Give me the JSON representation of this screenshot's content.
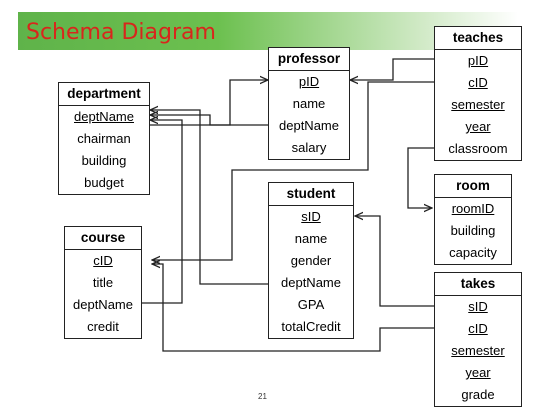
{
  "title": "Schema Diagram",
  "page_number": "21",
  "tables": {
    "department": {
      "name": "department",
      "rows": [
        {
          "label": "deptName",
          "key": true
        },
        {
          "label": "chairman"
        },
        {
          "label": "building"
        },
        {
          "label": "budget"
        }
      ]
    },
    "professor": {
      "name": "professor",
      "rows": [
        {
          "label": "pID",
          "key": true
        },
        {
          "label": "name"
        },
        {
          "label": "deptName"
        },
        {
          "label": "salary"
        }
      ]
    },
    "teaches": {
      "name": "teaches",
      "rows": [
        {
          "label": "pID",
          "key": true
        },
        {
          "label": "cID",
          "key": true
        },
        {
          "label": "semester",
          "key": true
        },
        {
          "label": "year",
          "key": true
        },
        {
          "label": "classroom"
        }
      ]
    },
    "room": {
      "name": "room",
      "rows": [
        {
          "label": "roomID",
          "key": true
        },
        {
          "label": "building"
        },
        {
          "label": "capacity"
        }
      ]
    },
    "student": {
      "name": "student",
      "rows": [
        {
          "label": "sID",
          "key": true
        },
        {
          "label": "name"
        },
        {
          "label": "gender"
        },
        {
          "label": "deptName"
        },
        {
          "label": "GPA"
        },
        {
          "label": "totalCredit"
        }
      ]
    },
    "course": {
      "name": "course",
      "rows": [
        {
          "label": "cID",
          "key": true
        },
        {
          "label": "title"
        },
        {
          "label": "deptName"
        },
        {
          "label": "credit"
        }
      ]
    },
    "takes": {
      "name": "takes",
      "rows": [
        {
          "label": "sID",
          "key": true
        },
        {
          "label": "cID",
          "key": true
        },
        {
          "label": "semester",
          "key": true
        },
        {
          "label": "year",
          "key": true
        },
        {
          "label": "grade"
        }
      ]
    }
  }
}
